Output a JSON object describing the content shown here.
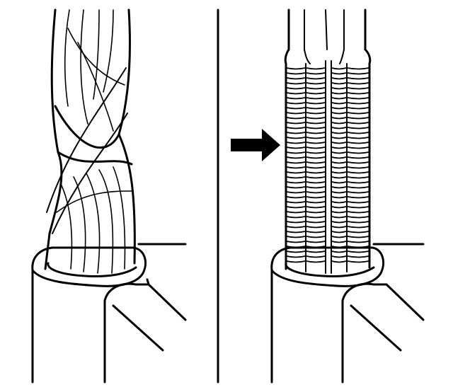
{
  "figure": {
    "panels": [
      {
        "id": "left",
        "content": "twisted-strands-wire"
      },
      {
        "id": "right",
        "content": "soldered-wire-tip"
      }
    ],
    "arrow": {
      "direction": "right",
      "color": "#000000"
    },
    "background": "#ffffff",
    "line_color": "#000000"
  }
}
